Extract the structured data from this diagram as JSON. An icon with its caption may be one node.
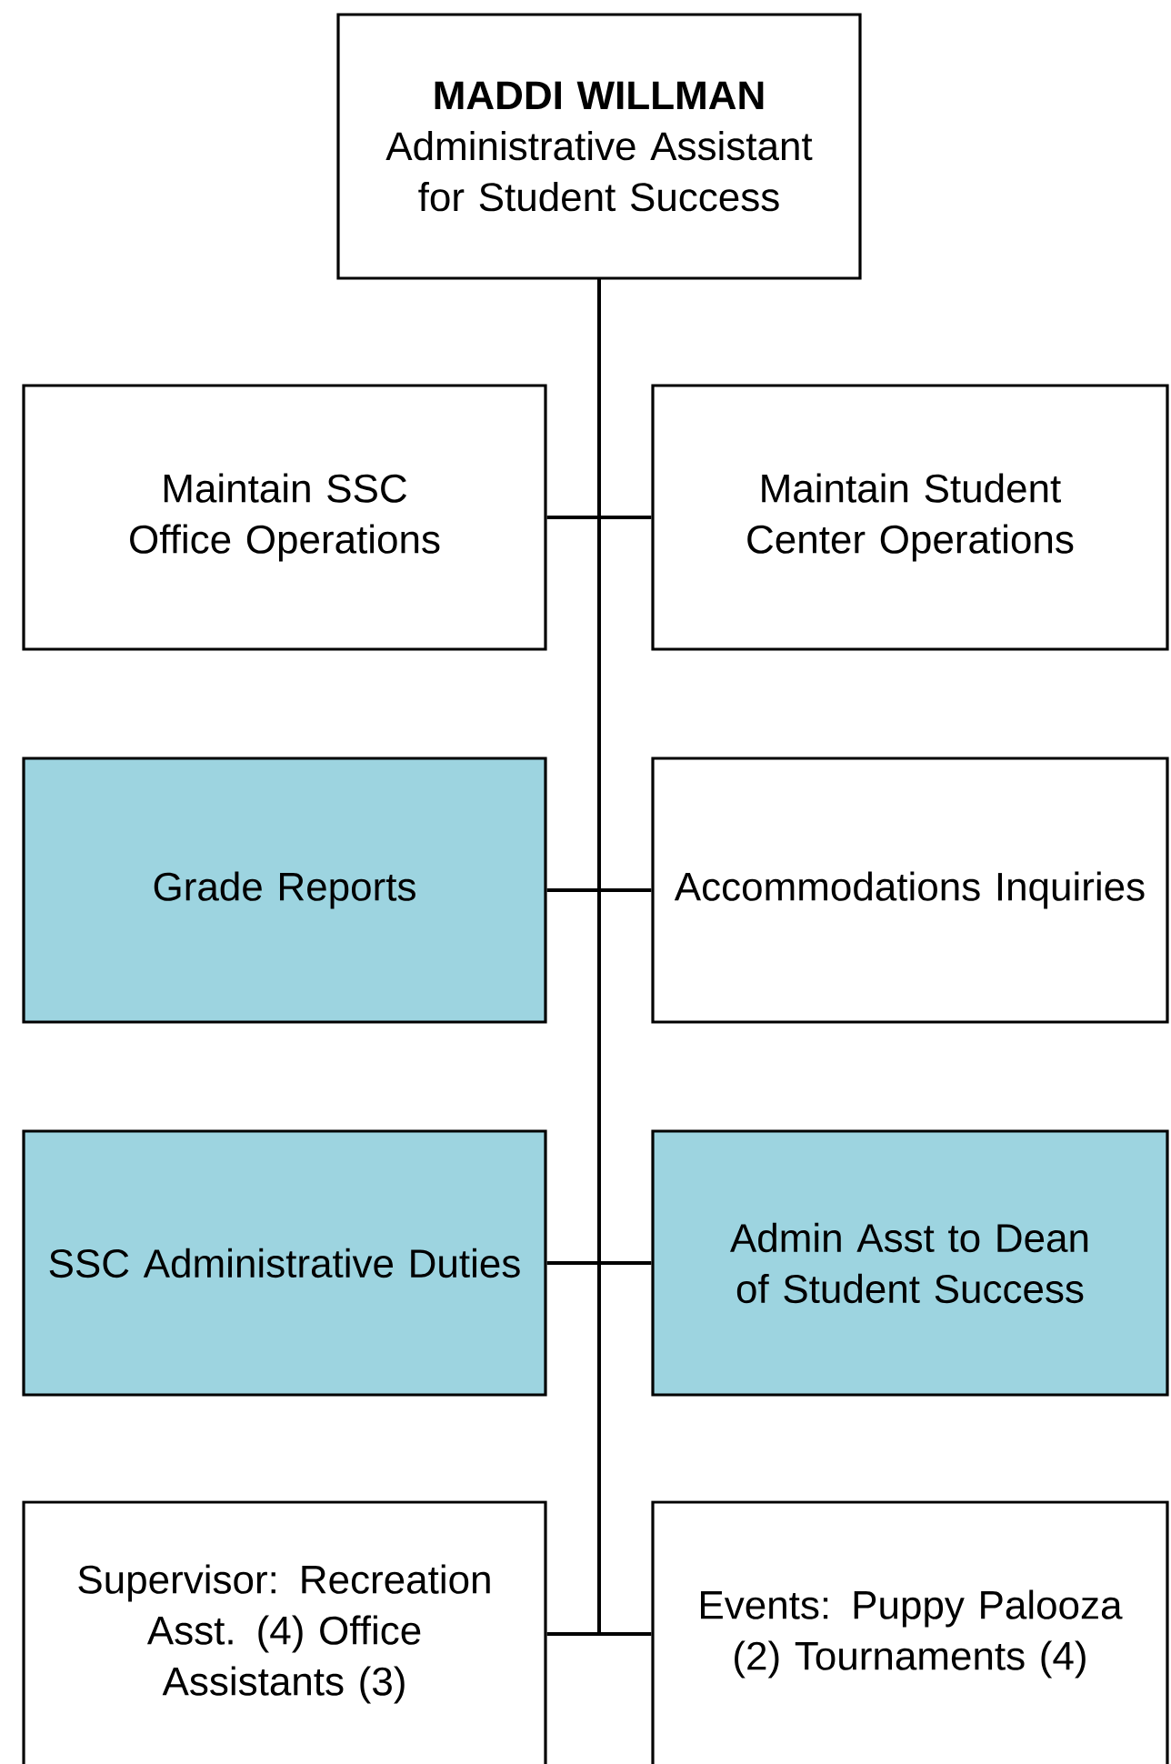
{
  "diagram": {
    "nodes": [
      {
        "text": [
          "MADDI WILLMAN",
          "Administrative Assistant for Student Success"
        ]
      },
      {
        "text": [
          "Maintain SSC Office Operations"
        ]
      },
      {
        "text": [
          "Maintain Student Center Operations"
        ]
      },
      {
        "text": [
          "Grade Reports"
        ]
      },
      {
        "text": [
          "Accommodations Inquiries"
        ]
      },
      {
        "text": [
          "SSC Administrative Duties"
        ]
      },
      {
        "text": [
          "Admin Asst to Dean of Student Success"
        ]
      },
      {
        "text": [
          "Supervisor: Recreation Asst. (4) Office Assistants (3)"
        ]
      },
      {
        "text": [
          "Events: Puppy Palooza (2) Tournaments (4)"
        ]
      }
    ],
    "edges": [
      {
        "from": 0,
        "to": 1,
        "arrow": "none"
      },
      {
        "from": 0,
        "to": 2,
        "arrow": "none"
      },
      {
        "from": 0,
        "to": 3,
        "arrow": "none"
      },
      {
        "from": 0,
        "to": 4,
        "arrow": "none"
      },
      {
        "from": 0,
        "to": 5,
        "arrow": "none"
      },
      {
        "from": 0,
        "to": 6,
        "arrow": "none"
      },
      {
        "from": 0,
        "to": 7,
        "arrow": "none"
      },
      {
        "from": 0,
        "to": 8,
        "arrow": "none"
      }
    ]
  }
}
